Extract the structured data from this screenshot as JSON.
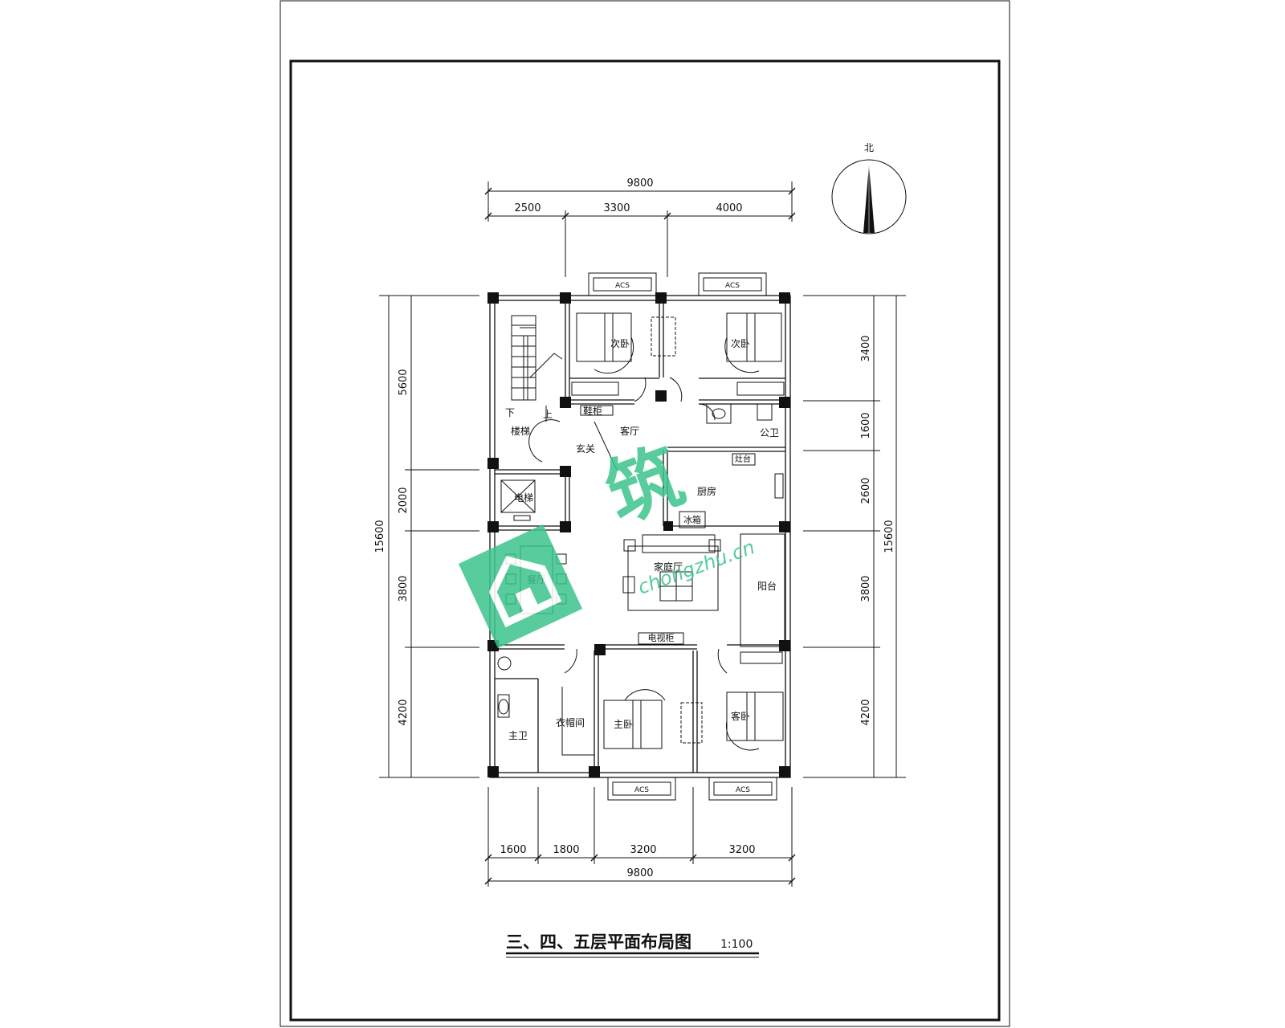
{
  "colors": {
    "line": "#111111",
    "watermark": "#3cc48c"
  },
  "north_label": "北",
  "title": "三、四、五层平面布局图",
  "scale": "1:100",
  "dims": {
    "top_total": "9800",
    "top_segments": [
      "2500",
      "3300",
      "4000"
    ],
    "bottom_segments": [
      "1600",
      "1800",
      "3200",
      "3200"
    ],
    "bottom_total": "9800",
    "left_total": "15600",
    "left_segments": [
      "5600",
      "2000",
      "3800",
      "4200"
    ],
    "right_total": "15600",
    "right_segments": [
      "3400",
      "1600",
      "2600",
      "3800",
      "4200"
    ]
  },
  "rooms": {
    "stair": "楼梯",
    "stair_down": "下",
    "stair_up": "上",
    "bed2_left": "次卧",
    "bed2_right": "次卧",
    "shoe": "鞋柜",
    "entry": "玄关",
    "guest_hall": "客厅",
    "public_wc": "公卫",
    "kitchen": "厨房",
    "cooktop": "灶台",
    "elevator": "电梯",
    "fridge": "冰箱",
    "dining": "餐厅",
    "family": "家庭厅",
    "balcony": "阳台",
    "tv": "电视柜",
    "master_wc": "主卫",
    "closet": "衣帽间",
    "master_bed": "主卧",
    "guest_bed": "客卧"
  },
  "window_tags": [
    "ACS",
    "ACS",
    "ACS",
    "ACS"
  ],
  "watermark": {
    "text": "筑",
    "url": "chongzhu.cn"
  }
}
